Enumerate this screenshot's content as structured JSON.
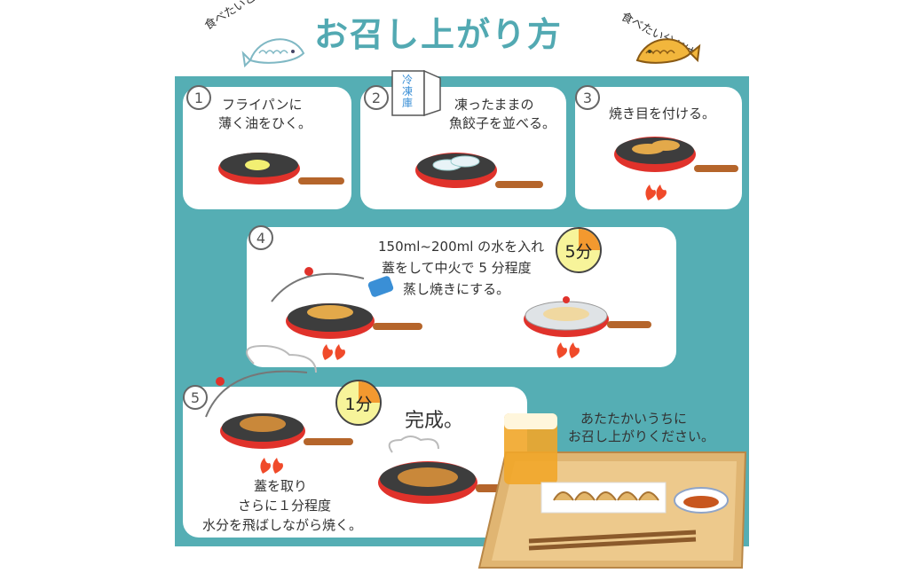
{
  "title": "お召し上がり方",
  "header": {
    "left_caption": "食べたいときに",
    "right_caption": "食べたい分だけ"
  },
  "steps": [
    {
      "number": "1",
      "text_lines": [
        "フライパンに",
        "薄く油をひく。"
      ]
    },
    {
      "number": "2",
      "text_lines": [
        "凍ったままの",
        "魚餃子を並べる。"
      ],
      "freezer_label": "冷凍庫"
    },
    {
      "number": "3",
      "text_lines": [
        "焼き目を付ける。"
      ]
    },
    {
      "number": "4",
      "text_lines": [
        "150ml~200ml の水を入れ",
        "蓋をして中火で 5 分程度",
        "蒸し焼きにする。"
      ],
      "timer_label": "5分",
      "timer_fraction": 0.25
    },
    {
      "number": "5",
      "text_lines": [
        "蓋を取り",
        "さらに１分程度",
        "水分を飛ばしながら焼く。"
      ],
      "timer_label": "1分",
      "timer_fraction": 0.25
    }
  ],
  "completion": {
    "label": "完成。",
    "serving_lines": [
      "あたたかいうちに",
      "お召し上がりください。"
    ]
  },
  "colors": {
    "accent_teal": "#55aeb4",
    "title_teal": "#52a9b2",
    "pan_red": "#e0322b",
    "pan_handle": "#b5652b",
    "timer_orange": "#f3992f",
    "timer_yellow": "#f7f49a"
  }
}
